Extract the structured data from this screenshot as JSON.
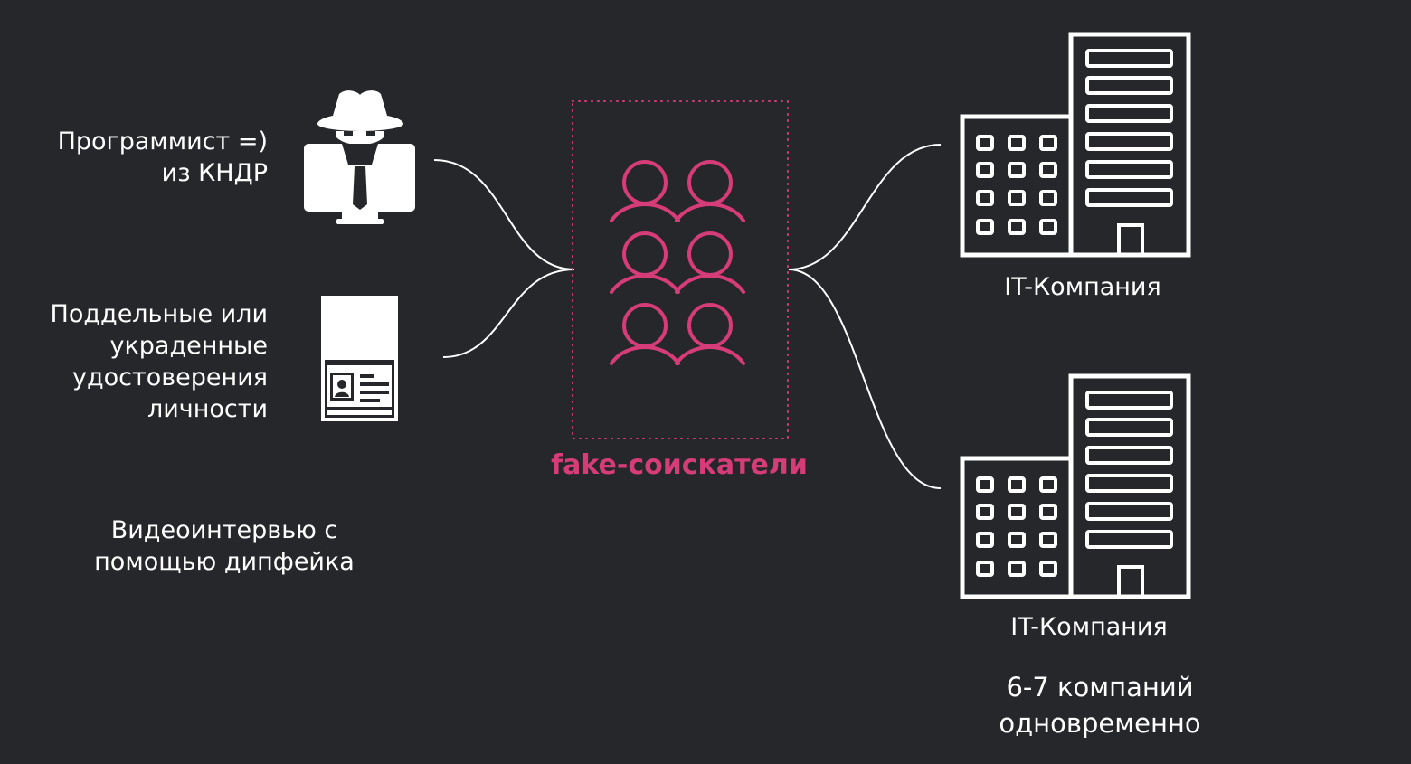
{
  "sources": {
    "hacker": {
      "lines": [
        "Программист =)",
        "из КНДР"
      ],
      "icon": "hacker-icon"
    },
    "documents": {
      "lines": [
        "Поддельные или",
        "украденные",
        "удостоверения",
        "личности"
      ],
      "icon": "id-card-icon"
    },
    "video": {
      "lines": [
        "Видеоинтервью с",
        "помощью дипфейка"
      ]
    }
  },
  "center": {
    "label": "fake-соискатели",
    "icon": "people-group-icon",
    "color": "#d63c78"
  },
  "targets": {
    "company_1": {
      "label": "IT-Компания",
      "icon": "building-icon"
    },
    "company_2": {
      "label": "IT-Компания",
      "icon": "building-icon"
    },
    "note": {
      "lines": [
        "6-7 компаний",
        "одновременно"
      ]
    }
  },
  "colors": {
    "background": "#26272b",
    "text": "#ffffff",
    "accent": "#d63c78"
  }
}
